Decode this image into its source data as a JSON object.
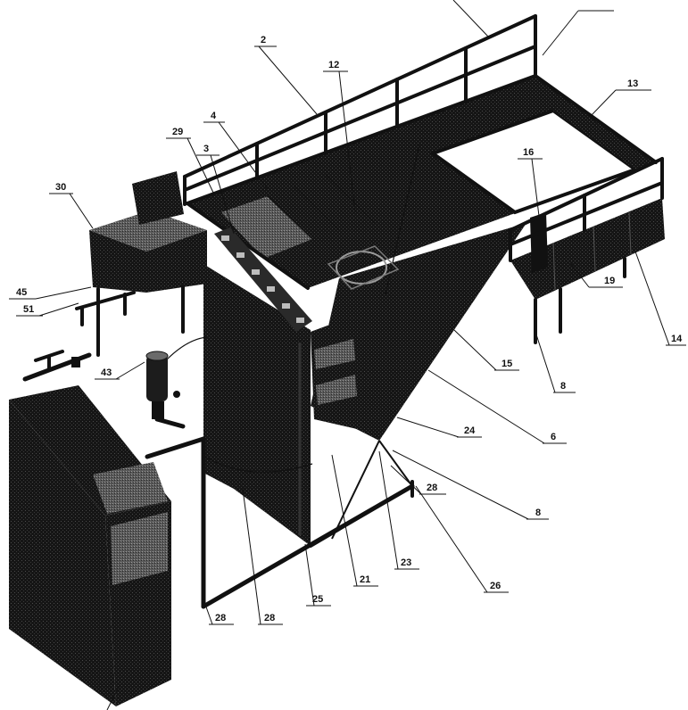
{
  "callouts": [
    "2",
    "12",
    "13",
    "4",
    "29",
    "3",
    "30",
    "16",
    "45",
    "19",
    "51",
    "14",
    "43",
    "15",
    "8",
    "24",
    "6",
    "28",
    "8",
    "23",
    "21",
    "25",
    "26",
    "28",
    "28"
  ],
  "colors": {
    "ink": "#111111",
    "paper": "#ffffff",
    "panel": "#8a8a8a"
  }
}
